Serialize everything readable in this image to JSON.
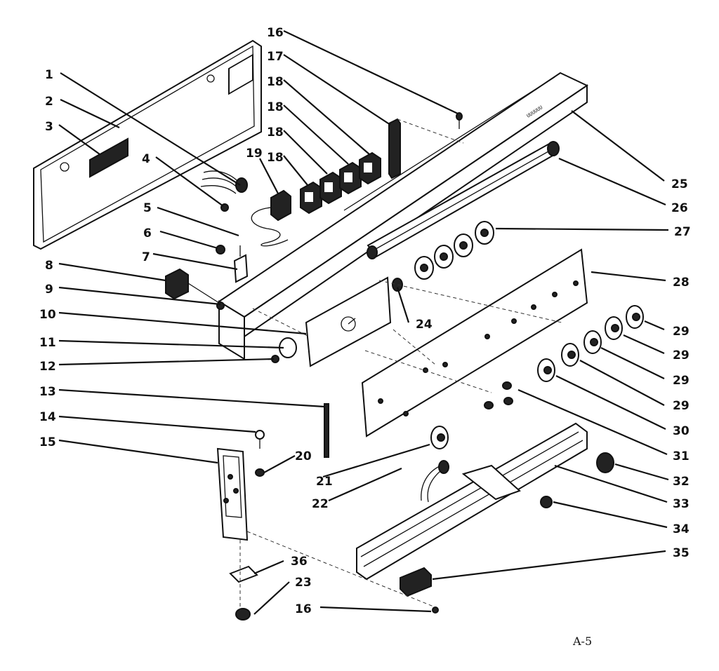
{
  "diagram": {
    "caption": "A-5",
    "labels": {
      "p1": "1",
      "p2": "2",
      "p3": "3",
      "p4": "4",
      "p5": "5",
      "p6": "6",
      "p7": "7",
      "p8": "8",
      "p9": "9",
      "p10": "10",
      "p11": "11",
      "p12": "12",
      "p13": "13",
      "p14": "14",
      "p15": "15",
      "p16a": "16",
      "p17": "17",
      "p18a": "18",
      "p18b": "18",
      "p18c": "18",
      "p18d": "18",
      "p19": "19",
      "p20": "20",
      "p21": "21",
      "p22": "22",
      "p23": "23",
      "p24": "24",
      "p25": "25",
      "p26": "26",
      "p27": "27",
      "p28": "28",
      "p29a": "29",
      "p29b": "29",
      "p29c": "29",
      "p29d": "29",
      "p30": "30",
      "p31": "31",
      "p32": "32",
      "p33": "33",
      "p34": "34",
      "p35": "35",
      "p16b": "16",
      "p36": "36"
    }
  }
}
